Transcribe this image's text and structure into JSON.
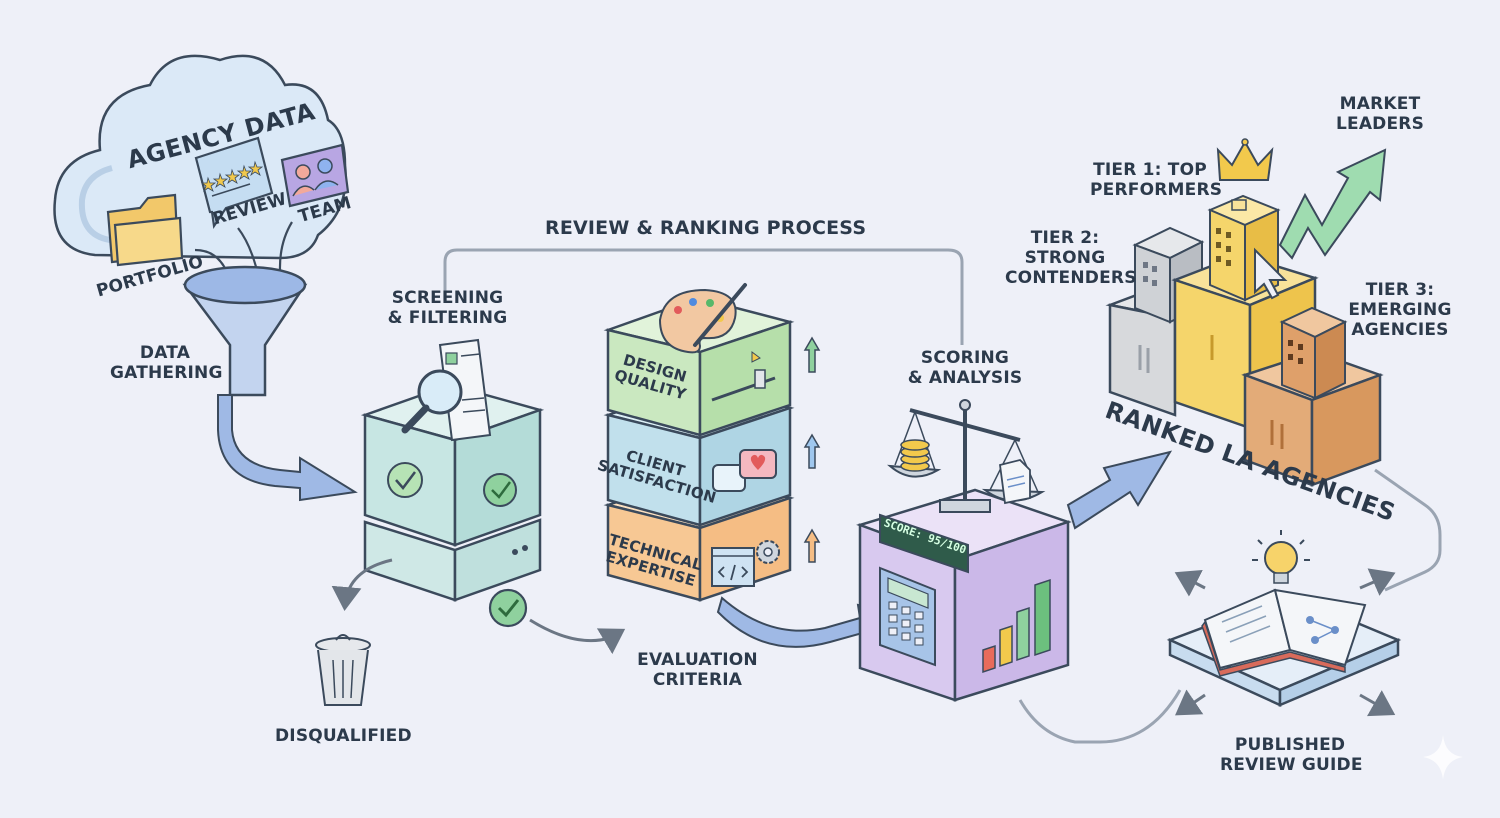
{
  "labels": {
    "cloud_title": "AGENCY DATA",
    "portfolio": "PORTFOLIO",
    "review": "REVIEW",
    "team": "TEAM",
    "data_gathering": [
      "DATA",
      "GATHERING"
    ],
    "screening": [
      "SCREENING",
      "& FILTERING"
    ],
    "process_title": "REVIEW & RANKING PROCESS",
    "design_quality": [
      "DESIGN",
      "QUALITY"
    ],
    "client_satisfaction": [
      "CLIENT",
      "SATISFACTION"
    ],
    "technical_expertise": [
      "TECHNICAL",
      "EXPERTISE"
    ],
    "evaluation_criteria": [
      "EVALUATION",
      "CRITERIA"
    ],
    "disqualified": "DISQUALIFIED",
    "scoring": [
      "SCORING",
      "& ANALYSIS"
    ],
    "score_display": "SCORE: 95/100",
    "tier1": [
      "TIER 1: TOP",
      "PERFORMERS"
    ],
    "tier2": [
      "TIER 2:",
      "STRONG",
      "CONTENDERS"
    ],
    "tier3": [
      "TIER 3:",
      "EMERGING",
      "AGENCIES"
    ],
    "market_leaders": [
      "MARKET",
      "LEADERS"
    ],
    "ranked": "RANKED LA AGENCIES",
    "published": [
      "PUBLISHED",
      "REVIEW GUIDE"
    ]
  },
  "colors": {
    "background": "#eef0f8",
    "outline": "#3b4a5c",
    "cloud": "#dbe9f7",
    "screening_box": "#cfe8e6",
    "design_block": "#cfe9c8",
    "client_block": "#c7e3ee",
    "technical_block": "#f7cfa3",
    "scoring_box": "#ddd0f1",
    "tier1": "#f5d56b",
    "tier2": "#cfd2d6",
    "tier3": "#e3ab78",
    "arrow_blue": "#9fb9e5",
    "trend_green": "#7fd29a",
    "crown": "#f2c94c"
  },
  "icons": [
    "folder-icon",
    "review-stars-icon",
    "team-icon",
    "funnel-icon",
    "magnifier-icon",
    "checkmark-icon",
    "trash-icon",
    "palette-icon",
    "slider-icon",
    "chat-heart-icon",
    "code-icon",
    "gear-icon",
    "scale-icon",
    "coins-icon",
    "document-icon",
    "calculator-icon",
    "bar-chart-icon",
    "crown-icon",
    "building-icon",
    "cursor-icon",
    "trend-arrow-icon",
    "book-icon",
    "lightbulb-icon",
    "sparkle-icon"
  ]
}
